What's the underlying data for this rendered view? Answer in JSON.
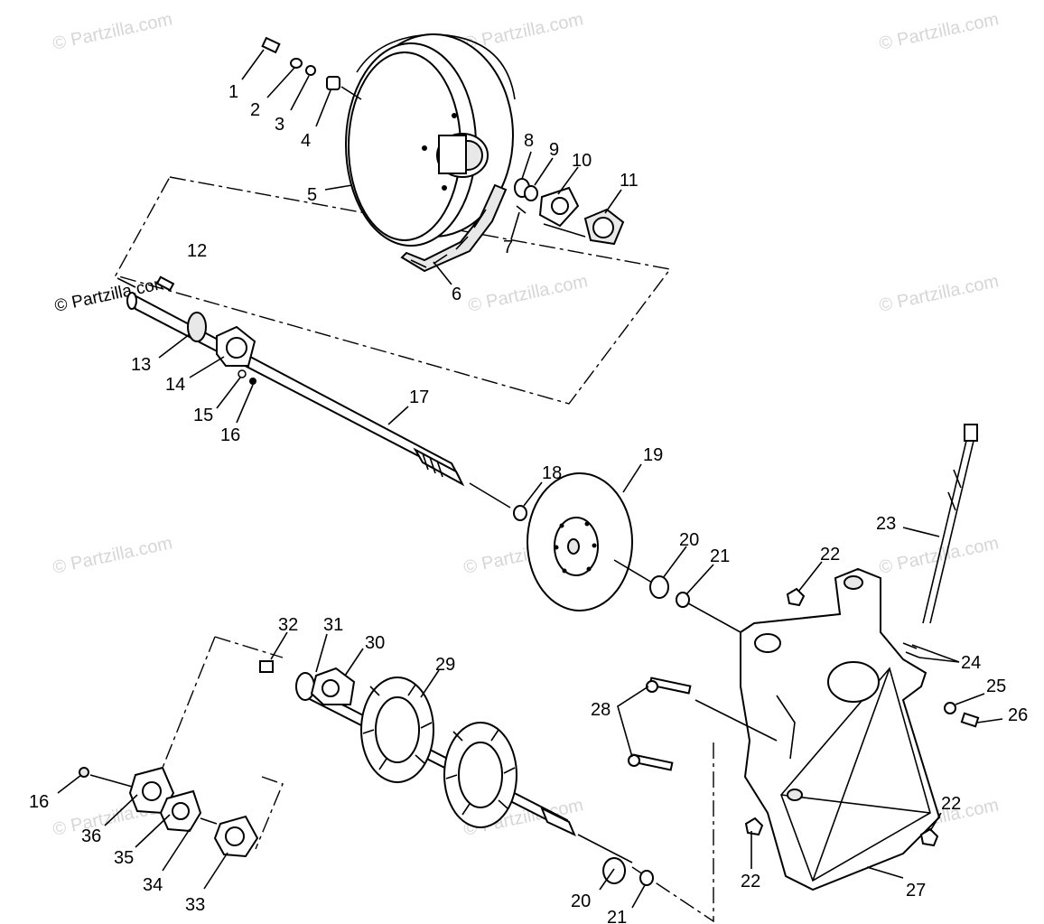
{
  "watermark": "© Partzilla.com",
  "labels": {
    "n1": "1",
    "n2": "2",
    "n3": "3",
    "n4": "4",
    "n5": "5",
    "n6": "6",
    "n7": "7",
    "n8": "8",
    "n9": "9",
    "n10": "10",
    "n11": "11",
    "n12": "12",
    "n13": "13",
    "n14": "14",
    "n15": "15",
    "n16a": "16",
    "n17": "17",
    "n18": "18",
    "n19": "19",
    "n20a": "20",
    "n21a": "21",
    "n22a": "22",
    "n23": "23",
    "n24": "24",
    "n25": "25",
    "n26": "26",
    "n28": "28",
    "n29": "29",
    "n30": "30",
    "n31": "31",
    "n32": "32",
    "n16b": "16",
    "n36": "36",
    "n35": "35",
    "n34": "34",
    "n33": "33",
    "n22b": "22",
    "n22c": "22",
    "n27": "27",
    "n20b": "20",
    "n21b": "21"
  }
}
